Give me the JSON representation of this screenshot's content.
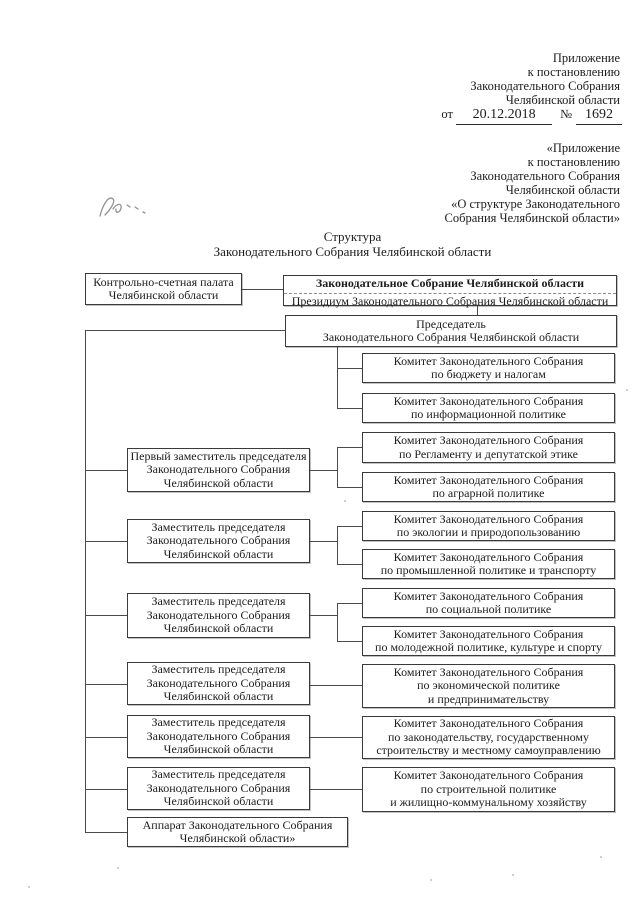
{
  "colors": {
    "ink": "#1c1c1c",
    "box_border": "#3a3a3a",
    "connector": "#4a4a4a",
    "paper": "#ffffff"
  },
  "annotation_top": {
    "lines": [
      "Приложение",
      "к постановлению",
      "Законодательного Собрания",
      "Челябинской области"
    ],
    "date_prefix": "от",
    "date": "20.12.2018",
    "number_sign": "№",
    "number": "1692"
  },
  "annotation_quote": {
    "lines": [
      "«Приложение",
      "к постановлению",
      "Законодательного Собрания",
      "Челябинской области",
      "«О структуре Законодательного",
      "Собрания Челябинской области»"
    ]
  },
  "title": {
    "line1": "Структура",
    "line2": "Законодательного Собрания Челябинской области"
  },
  "org": {
    "control_chamber": {
      "lines": [
        "Контрольно-счетная палата",
        "Челябинской области"
      ]
    },
    "assembly": {
      "line1": "Законодательное Собрание Челябинской области",
      "line2": "Президиум Законодательного Собрания Челябинской области"
    },
    "chairman": {
      "lines": [
        "Председатель",
        "Законодательного Собрания Челябинской области"
      ]
    },
    "deputies": [
      {
        "lines": [
          "Первый заместитель председателя",
          "Законодательного Собрания",
          "Челябинской области"
        ]
      },
      {
        "lines": [
          "Заместитель председателя",
          "Законодательного Собрания",
          "Челябинской области"
        ]
      },
      {
        "lines": [
          "Заместитель председателя",
          "Законодательного Собрания",
          "Челябинской области"
        ]
      },
      {
        "lines": [
          "Заместитель председателя",
          "Законодательного Собрания",
          "Челябинской области"
        ]
      },
      {
        "lines": [
          "Заместитель председателя",
          "Законодательного Собрания",
          "Челябинской области"
        ]
      },
      {
        "lines": [
          "Заместитель председателя",
          "Законодательного Собрания",
          "Челябинской области"
        ]
      }
    ],
    "apparatus": {
      "lines": [
        "Аппарат Законодательного Собрания",
        "Челябинской области»"
      ]
    },
    "committees": [
      {
        "lines": [
          "Комитет Законодательного Собрания",
          "по бюджету и налогам"
        ]
      },
      {
        "lines": [
          "Комитет Законодательного Собрания",
          "по информационной политике"
        ]
      },
      {
        "lines": [
          "Комитет Законодательного Собрания",
          "по Регламенту и депутатской этике"
        ]
      },
      {
        "lines": [
          "Комитет Законодательного Собрания",
          "по аграрной политике"
        ]
      },
      {
        "lines": [
          "Комитет Законодательного Собрания",
          "по экологии и природопользованию"
        ]
      },
      {
        "lines": [
          "Комитет Законодательного Собрания",
          "по промышленной политике и транспорту"
        ]
      },
      {
        "lines": [
          "Комитет Законодательного Собрания",
          "по социальной политике"
        ]
      },
      {
        "lines": [
          "Комитет Законодательного Собрания",
          "по молодежной политике, культуре и спорту"
        ]
      },
      {
        "lines": [
          "Комитет Законодательного Собрания",
          "по экономической политике",
          "и предпринимательству"
        ]
      },
      {
        "lines": [
          "Комитет Законодательного Собрания",
          "по законодательству, государственному",
          "строительству и местному самоуправлению"
        ]
      },
      {
        "lines": [
          "Комитет Законодательного Собрания",
          "по строительной политике",
          "и жилищно-коммунальному хозяйству"
        ]
      }
    ]
  }
}
